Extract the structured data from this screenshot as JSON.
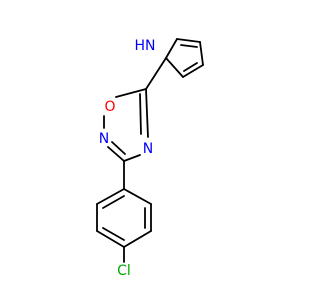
{
  "molecule": {
    "atoms": {
      "pyrrole_nh": {
        "label": "HN",
        "color": "#0000FF"
      },
      "oxygen": {
        "label": "O",
        "color": "#FF0000"
      },
      "n_ring_left": {
        "label": "N",
        "color": "#0000FF"
      },
      "n_ring_right": {
        "label": "N",
        "color": "#0000FF"
      },
      "chlorine": {
        "label": "Cl",
        "color": "#00AA00"
      }
    },
    "bond_color": "#000000"
  }
}
